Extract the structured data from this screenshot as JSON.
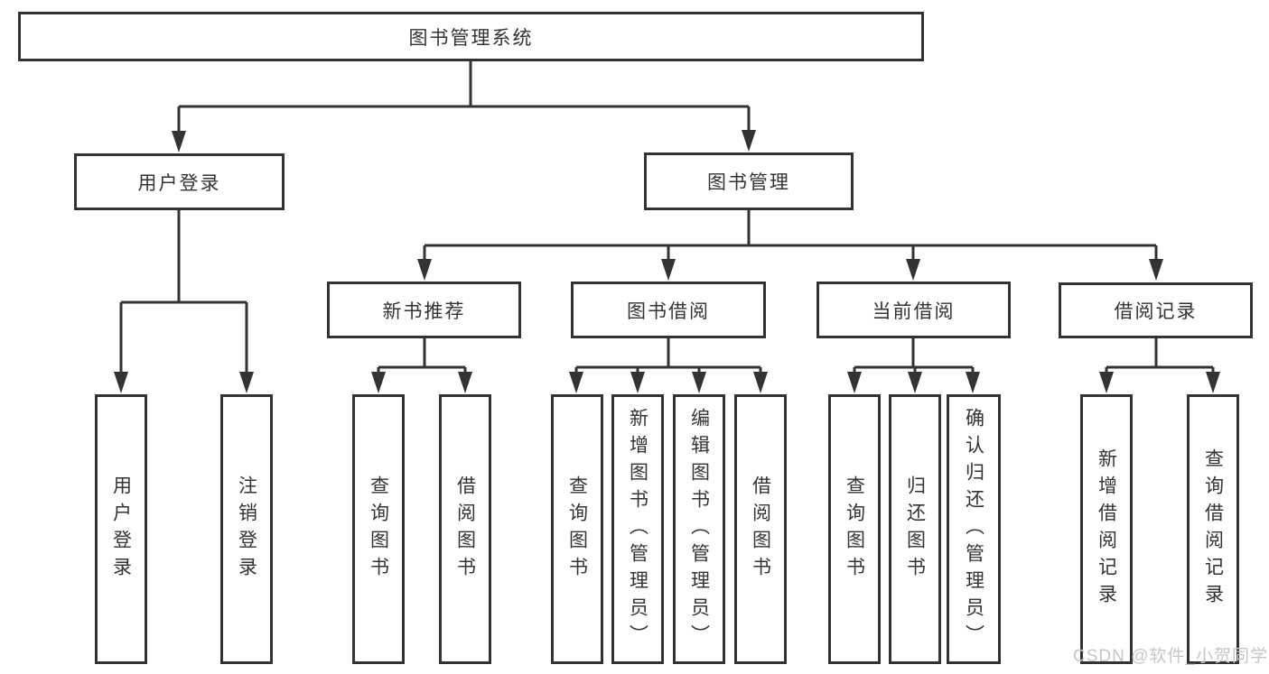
{
  "diagram": {
    "root": {
      "label": "图书管理系统",
      "children": [
        {
          "label": "用户登录",
          "children": [
            {
              "label": "用户登录"
            },
            {
              "label": "注销登录"
            }
          ]
        },
        {
          "label": "图书管理",
          "children": [
            {
              "label": "新书推荐",
              "children": [
                {
                  "label": "查询图书"
                },
                {
                  "label": "借阅图书"
                }
              ]
            },
            {
              "label": "图书借阅",
              "children": [
                {
                  "label": "查询图书"
                },
                {
                  "label": "新增图书（管理员）"
                },
                {
                  "label": "编辑图书（管理员）"
                },
                {
                  "label": "借阅图书"
                }
              ]
            },
            {
              "label": "当前借阅",
              "children": [
                {
                  "label": "查询图书"
                },
                {
                  "label": "归还图书"
                },
                {
                  "label": "确认归还（管理员）"
                }
              ]
            },
            {
              "label": "借阅记录",
              "children": [
                {
                  "label": "新增借阅记录"
                },
                {
                  "label": "查询借阅记录"
                }
              ]
            }
          ]
        }
      ]
    }
  },
  "watermark": "CSDN @软件_小贺同学",
  "colors": {
    "line": "#333333",
    "text": "#333333",
    "box_background": "#ffffff",
    "watermark": "#c6c6c6"
  }
}
